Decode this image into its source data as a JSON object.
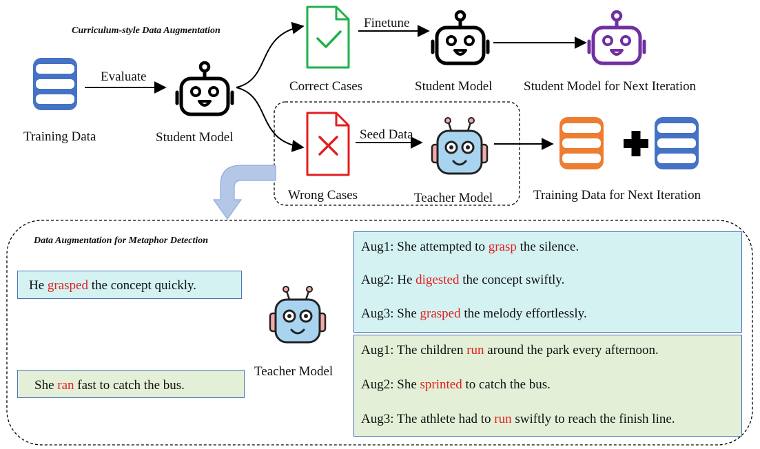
{
  "curriculum": {
    "title": "Curriculum-style Data Augmentation",
    "training_data": "Training Data",
    "evaluate": "Evaluate",
    "student_model": "Student Model",
    "correct_cases": "Correct Cases",
    "finetune": "Finetune",
    "student_model_2": "Student Model",
    "student_next": "Student Model for Next Iteration",
    "wrong_cases": "Wrong Cases",
    "seed_data": "Seed Data",
    "teacher_model": "Teacher Model",
    "training_next": "Training Data for Next Iteration"
  },
  "augmentation": {
    "title": "Data Augmentation for Metaphor Detection",
    "teacher_model": "Teacher Model",
    "examples": [
      {
        "input": {
          "pre": "He ",
          "hl": "grasped",
          "post": " the concept quickly."
        },
        "augs": [
          {
            "pre": "Aug1: She attempted to ",
            "hl": "grasp",
            "post": " the silence."
          },
          {
            "pre": "Aug2: He ",
            "hl": "digested",
            "post": " the concept swiftly."
          },
          {
            "pre": "Aug3: She ",
            "hl": "grasped",
            "post": " the melody effortlessly."
          }
        ]
      },
      {
        "input": {
          "pre": "She ",
          "hl": "ran",
          "post": " fast to catch the bus."
        },
        "augs": [
          {
            "pre": "Aug1: The children ",
            "hl": "run",
            "post": " around the park every afternoon."
          },
          {
            "pre": "Aug2: She ",
            "hl": "sprinted",
            "post": " to catch the bus."
          },
          {
            "pre": "Aug3: The athlete had to ",
            "hl": "run",
            "post": " swiftly to reach the finish line."
          }
        ]
      }
    ]
  },
  "colors": {
    "db_blue": "#4472c4",
    "db_orange": "#ed7d31",
    "correct_green": "#1fb14a",
    "wrong_red": "#e21f1f",
    "next_student_purple": "#7030a0",
    "teacher_face": "#a8d4f0",
    "teacher_ear": "#f4aaaa",
    "highlight": "#e21f1f",
    "aug_cyan": "#d4f2f2",
    "aug_green": "#e3efd6",
    "box_border": "#4a74b8",
    "down_arrow": "#b4c7e7"
  }
}
